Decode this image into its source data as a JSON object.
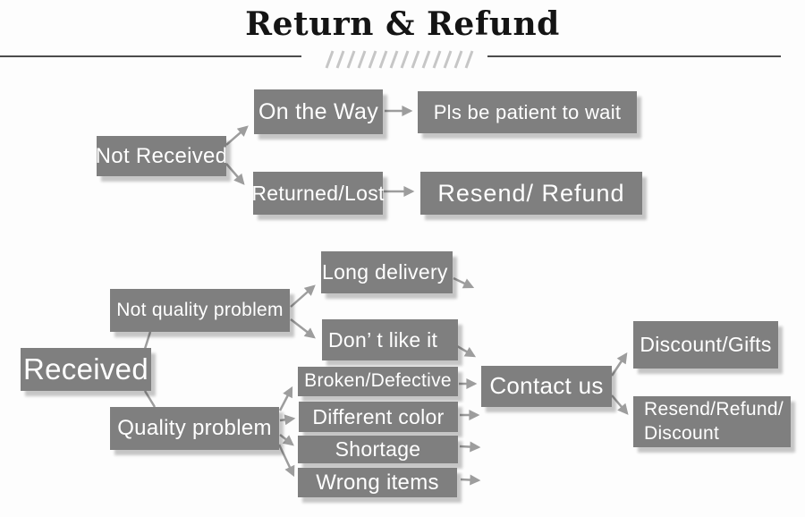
{
  "header": {
    "title": "Return & Refund"
  },
  "colors": {
    "box_fill": "#7f7f7f",
    "box_text": "#ffffff",
    "arrow": "#9d9d9d",
    "title_text": "#141414",
    "rule": "#4c4c4c",
    "slash_decoration": "#c6c6c6"
  },
  "flowchart": {
    "not_received": {
      "label": "Not Received"
    },
    "on_the_way": {
      "label": "On the Way"
    },
    "pls_be_patient": {
      "label": "Pls be patient to wait"
    },
    "returned_lost": {
      "label": "Returned/Lost"
    },
    "resend_refund": {
      "label": "Resend/ Refund"
    },
    "received": {
      "label": "Received"
    },
    "not_quality_problem": {
      "label": "Not quality problem"
    },
    "long_delivery": {
      "label": "Long delivery"
    },
    "dont_like_it": {
      "label": "Don’ t like it"
    },
    "quality_problem": {
      "label": "Quality problem"
    },
    "broken_defective": {
      "label": "Broken/Defective"
    },
    "different_color": {
      "label": "Different color"
    },
    "shortage": {
      "label": "Shortage"
    },
    "wrong_items": {
      "label": "Wrong items"
    },
    "contact_us": {
      "label": "Contact us"
    },
    "discount_gifts": {
      "label": "Discount/Gifts"
    },
    "resend_refund_discount": {
      "line1": "Resend/Refund/",
      "line2": "Discount"
    }
  },
  "edges": [
    {
      "from": "Not Received",
      "to": "On the Way"
    },
    {
      "from": "Not Received",
      "to": "Returned/Lost"
    },
    {
      "from": "On the Way",
      "to": "Pls be patient to wait"
    },
    {
      "from": "Returned/Lost",
      "to": "Resend/ Refund"
    },
    {
      "from": "Received",
      "to": "Not quality problem"
    },
    {
      "from": "Received",
      "to": "Quality problem"
    },
    {
      "from": "Not quality problem",
      "to": "Long delivery"
    },
    {
      "from": "Not quality problem",
      "to": "Don’ t like it"
    },
    {
      "from": "Long delivery",
      "to": "Contact us"
    },
    {
      "from": "Don’ t like it",
      "to": "Contact us"
    },
    {
      "from": "Quality problem",
      "to": "Broken/Defective"
    },
    {
      "from": "Quality problem",
      "to": "Different color"
    },
    {
      "from": "Quality problem",
      "to": "Shortage"
    },
    {
      "from": "Quality problem",
      "to": "Wrong items"
    },
    {
      "from": "Broken/Defective",
      "to": "Contact us"
    },
    {
      "from": "Contact us",
      "to": "Discount/Gifts"
    },
    {
      "from": "Contact us",
      "to": "Resend/Refund/Discount"
    }
  ]
}
